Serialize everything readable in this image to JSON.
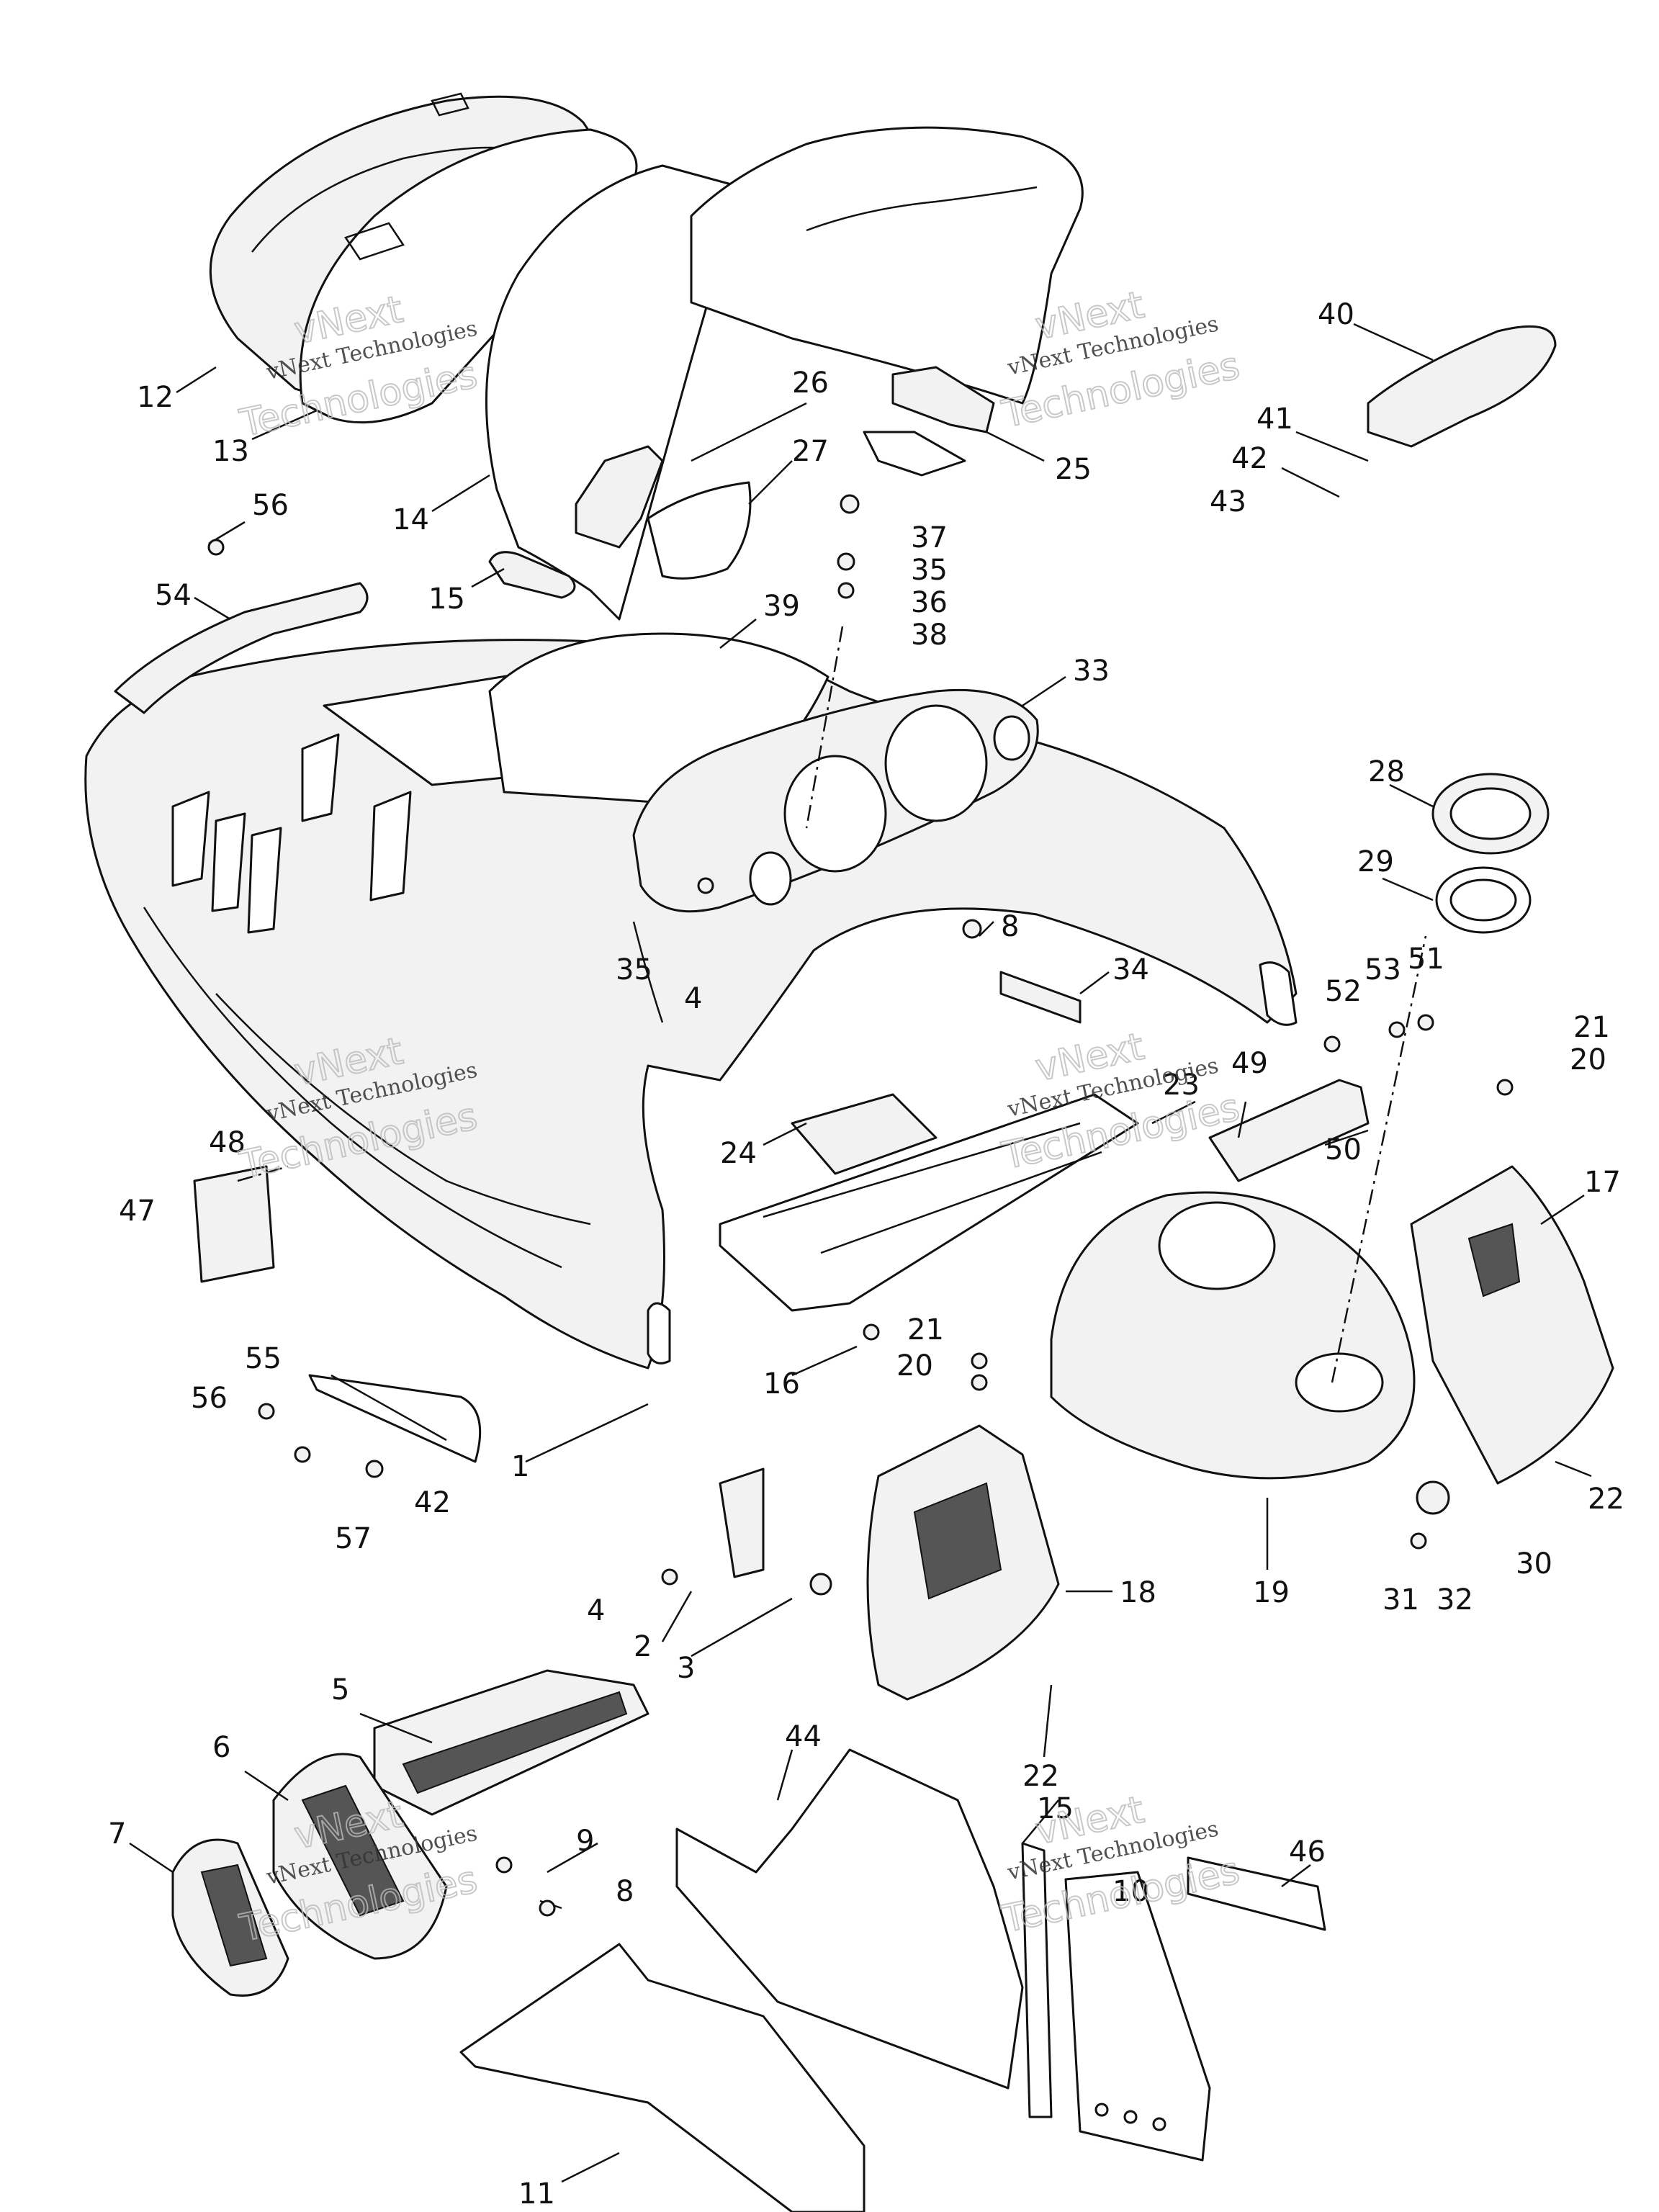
{
  "watermark": {
    "line1": "vNext Technologies",
    "big_a": "vNext",
    "big_b": "Technologies"
  },
  "callouts": [
    "1",
    "2",
    "3",
    "4",
    "4",
    "5",
    "6",
    "7",
    "8",
    "8",
    "9",
    "10",
    "11",
    "12",
    "13",
    "14",
    "15",
    "15",
    "16",
    "17",
    "18",
    "19",
    "20",
    "20",
    "21",
    "21",
    "22",
    "22",
    "23",
    "24",
    "25",
    "26",
    "27",
    "28",
    "29",
    "30",
    "31",
    "32",
    "33",
    "34",
    "35",
    "35",
    "36",
    "37",
    "38",
    "39",
    "40",
    "41",
    "42",
    "42",
    "43",
    "44",
    "46",
    "47",
    "48",
    "49",
    "50",
    "51",
    "52",
    "53",
    "54",
    "55",
    "56",
    "56",
    "57"
  ]
}
